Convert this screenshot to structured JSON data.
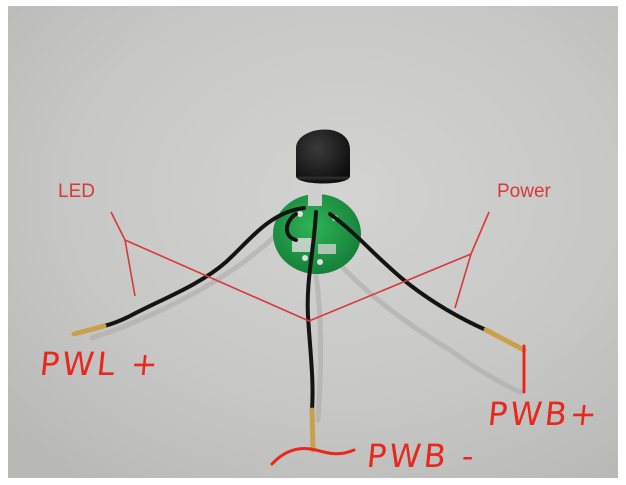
{
  "labels": {
    "led": "LED",
    "power": "Power",
    "pwl_plus": "PWL +",
    "pwb_minus": "PWB -",
    "pwb_plus": "PWB+"
  },
  "colors": {
    "annotation_red": "#d9383a",
    "handwriting_red": "#e8281e",
    "pcb_green": "#1f9a45",
    "wire_black": "#141414",
    "sensor_black": "#151515",
    "background_gray": "#c9c9c7"
  }
}
